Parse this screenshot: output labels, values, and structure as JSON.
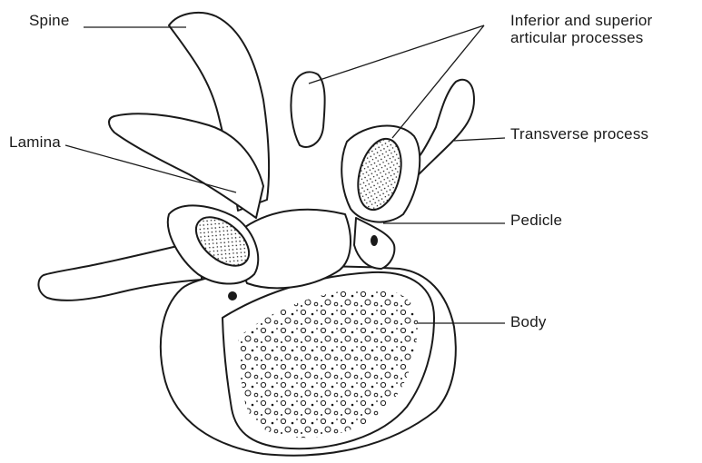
{
  "labels": {
    "spine": "Spine",
    "articular_line1": "Inferior and superior",
    "articular_line2": "articular processes",
    "transverse": "Transverse process",
    "lamina": "Lamina",
    "pedicle": "Pedicle",
    "body": "Body"
  },
  "colors": {
    "ink": "#1a1a1a",
    "background": "#ffffff"
  }
}
